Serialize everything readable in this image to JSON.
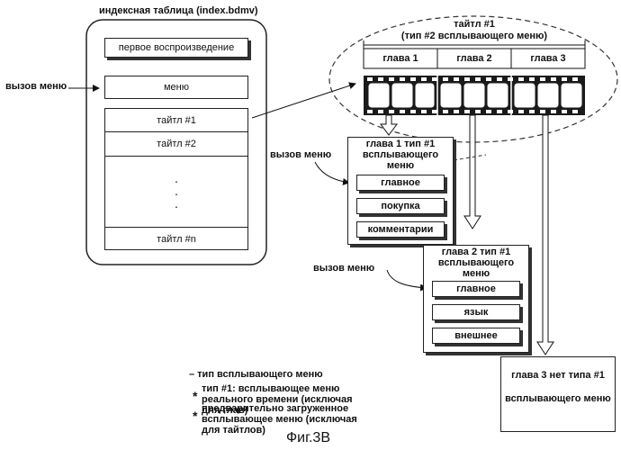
{
  "index_table": {
    "title": "индексная таблица (index.bdmv)",
    "first_play": "первое воспроизведение",
    "menu": "меню",
    "title1": "тайтл #1",
    "title2": "тайтл #2",
    "dots": "·\n·\n·",
    "titleN": "тайтл #n"
  },
  "menu_call_left": "вызов меню",
  "title_cluster": {
    "line1": "тайтл #1",
    "line2": "(тип #2 всплывающего меню)",
    "chapters": [
      "глава 1",
      "глава 2",
      "глава 3"
    ]
  },
  "chapter1_box": {
    "call": "вызов меню",
    "title": "глава 1 тип #1 всплывающего меню",
    "buttons": [
      "главное",
      "покупка",
      "комментарии"
    ]
  },
  "chapter2_box": {
    "call": "вызов меню",
    "title": "глава 2 тип #1 всплывающего меню",
    "buttons": [
      "главное",
      "язык",
      "внешнее"
    ]
  },
  "chapter3_box": {
    "line1": "глава 3 нет типа #1",
    "line2": "всплывающего меню"
  },
  "legend": {
    "dash": "– тип всплывающего меню",
    "item1": "тип #1: всплывающее меню реального времени (исключая для глав)",
    "item2": "предварительно загруженное всплывающее меню (исключая для тайтлов)",
    "star": "*"
  },
  "caption": "Фиг.3B"
}
